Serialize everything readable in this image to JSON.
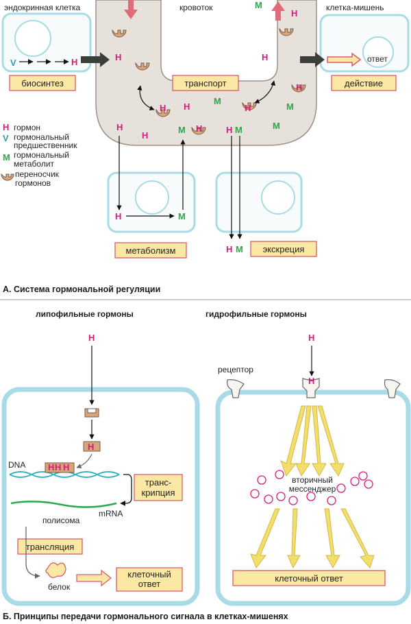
{
  "part_a": {
    "endocrine_cell": "эндокринная клетка",
    "bloodstream": "кровоток",
    "target_cell": "клетка-мишень",
    "response": "ответ",
    "biosynthesis": "биосинтез",
    "transport": "транспорт",
    "action": "действие",
    "metabolism": "метаболизм",
    "excretion": "экскреция",
    "caption": "А. Система гормональной регуляции",
    "legend": {
      "hormone_symbol": "H",
      "hormone": "гормон",
      "precursor_symbol": "V",
      "precursor_line1": "гормональный",
      "precursor_line2": "предшественник",
      "metabolite_symbol": "M",
      "metabolite_line1": "гормональный",
      "metabolite_line2": "метаболит",
      "carrier_line1": "переносчик",
      "carrier_line2": "гормонов"
    },
    "symbols": {
      "H": "H",
      "M": "M",
      "V": "V"
    }
  },
  "part_b": {
    "lipophilic": "липофильные гормоны",
    "hydrophilic": "гидрофильные гормоны",
    "receptor": "рецептор",
    "dna": "DNA",
    "transcription_line1": "транс-",
    "transcription_line2": "крипция",
    "mrna": "mRNA",
    "polysome": "полисома",
    "translation": "трансляция",
    "protein": "белок",
    "cell_response_line1": "клеточный",
    "cell_response_line2": "ответ",
    "second_messenger_line1": "вторичный",
    "second_messenger_line2": "мессенджер",
    "cell_response": "клеточный ответ",
    "caption": "Б. Принципы передачи гормонального сигнала в клетках-мишенях"
  },
  "colors": {
    "hormone": "#d81b7a",
    "metabolite": "#2aa84a",
    "precursor": "#2a9fb0",
    "cell_membrane": "#a8dbe6",
    "bloodstream_fill": "#e7e1dc",
    "label_box_fill": "#fbe8a4",
    "label_box_stroke": "#d85a6a",
    "carrier": "#d8a57a",
    "yellow_arrow": "#f2df6a"
  }
}
